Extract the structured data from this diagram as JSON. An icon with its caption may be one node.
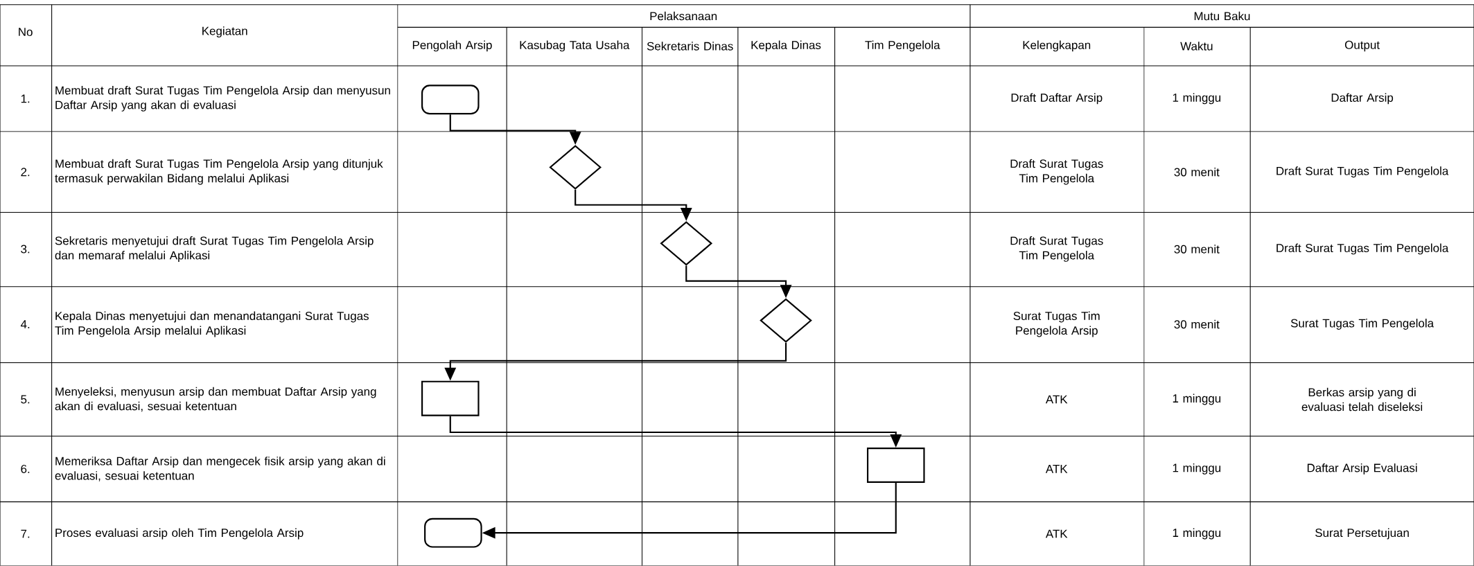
{
  "diagram": {
    "nodes": [
      {
        "text": [],
        "shape": "terminator"
      },
      {
        "text": [],
        "shape": "diamond"
      },
      {
        "text": [],
        "shape": "diamond"
      },
      {
        "text": [],
        "shape": "diamond"
      },
      {
        "text": [],
        "shape": "box"
      },
      {
        "text": [],
        "shape": "box"
      },
      {
        "text": [],
        "shape": "terminator"
      }
    ],
    "edges": [
      {
        "from": 0,
        "to": 1,
        "arrow": "to"
      },
      {
        "from": 1,
        "to": 2,
        "arrow": "to"
      },
      {
        "from": 2,
        "to": 3,
        "arrow": "to"
      },
      {
        "from": 3,
        "to": 4,
        "arrow": "to"
      },
      {
        "from": 4,
        "to": 5,
        "arrow": "to"
      },
      {
        "from": 5,
        "to": 6,
        "arrow": "to"
      }
    ],
    "labels": [
      "No",
      "Kegiatan",
      "Pelaksanaan",
      "Mutu Baku",
      "Pengolah Arsip",
      "Kasubag Tata Usaha",
      "Sekretaris Dinas",
      "Kepala Dinas",
      "Tim Pengelola",
      "Kelengkapan",
      "Waktu",
      "Output",
      "1.",
      "Membuat draft Surat Tugas Tim Pengelola Arsip dan menyusun Daftar Arsip yang akan di evaluasi",
      "Draft Daftar Arsip",
      "1 minggu",
      "Daftar Arsip",
      "2.",
      "Membuat draft Surat Tugas Tim Pengelola Arsip yang ditunjuk termasuk perwakilan Bidang melalui Aplikasi",
      "Draft Surat Tugas Tim Pengelola",
      "30 menit",
      "Draft Surat Tugas Tim Pengelola",
      "3.",
      "Sekretaris menyetujui draft Surat Tugas Tim Pengelola Arsip dan memaraf melalui Aplikasi",
      "Draft Surat Tugas Tim Pengelola",
      "30 menit",
      "Draft Surat Tugas Tim Pengelola",
      "4.",
      "Kepala Dinas menyetujui dan menandatangani Surat Tugas Tim Pengelola Arsip melalui Aplikasi",
      "Surat Tugas Tim Pengelola Arsip",
      "30 menit",
      "Surat Tugas Tim Pengelola",
      "5.",
      "Menyeleksi, menyusun arsip dan membuat Daftar Arsip yang akan di evaluasi, sesuai ketentuan",
      "ATK",
      "1 minggu",
      "Berkas arsip yang di evaluasi telah diseleksi",
      "6.",
      "Memeriksa Daftar Arsip dan mengecek fisik arsip yang akan di evaluasi, sesuai ketentuan",
      "ATK",
      "1 minggu",
      "Daftar Arsip Evaluasi",
      "7.",
      "Proses evaluasi arsip oleh Tim Pengelola Arsip",
      "ATK",
      "1 minggu",
      "Surat Persetujuan"
    ]
  }
}
